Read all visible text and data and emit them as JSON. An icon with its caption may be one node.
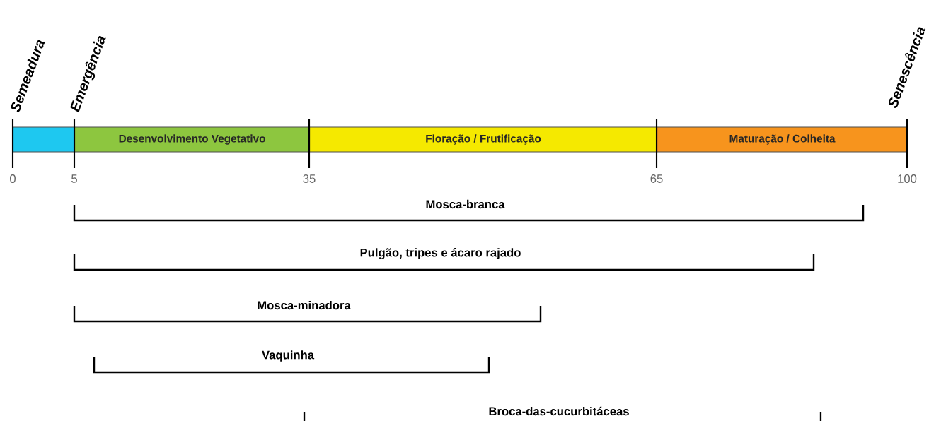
{
  "diagram": {
    "nodes": [
      {
        "text": [],
        "shape": "bar"
      },
      {
        "text": [
          "Desenvolvimento  Vegetativo"
        ]
      },
      {
        "text": [
          "Floração / Frutificação"
        ]
      },
      {
        "text": [
          "Maturação / Colheita"
        ]
      }
    ],
    "labels": [
      "Semeadura",
      "Emergência",
      "Senescência",
      "0",
      "5",
      "35",
      "65",
      "100",
      "Mosca-branca",
      "Pulgão, tripes e ácaro rajado",
      "Mosca-minadora",
      "Vaquinha",
      "Broca-das-cucurbitáceas"
    ]
  }
}
